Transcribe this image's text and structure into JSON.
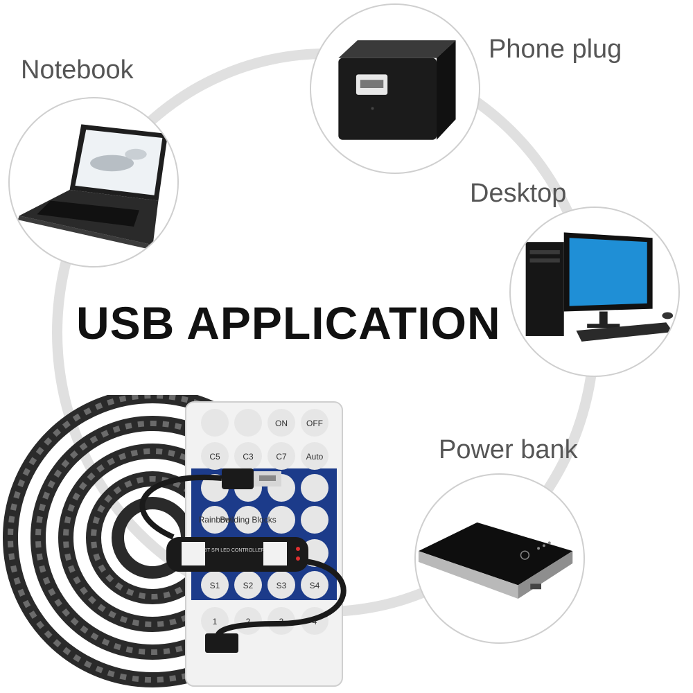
{
  "headline": "USB APPLICATION",
  "devices": {
    "notebook": {
      "label": "Notebook",
      "icon": "laptop-icon"
    },
    "phone_plug": {
      "label": "Phone plug",
      "icon": "usb-wall-charger-icon"
    },
    "desktop": {
      "label": "Desktop",
      "icon": "desktop-computer-icon"
    },
    "power_bank": {
      "label": "Power bank",
      "icon": "power-bank-icon"
    }
  },
  "remote": {
    "row1": [
      "ON",
      "OFF"
    ],
    "row2": [
      "C5",
      "C3",
      "C7",
      "Auto"
    ],
    "row4": [
      "Rainbow",
      "Building Blocks"
    ],
    "row6": [
      "S1",
      "S2",
      "S3",
      "S4"
    ],
    "row7": [
      "1",
      "2",
      "3",
      "4"
    ]
  },
  "controller": {
    "text": "BT SPI LED CONTROLLER"
  },
  "colors": {
    "ring": "#e0e0e0",
    "headline": "#111111",
    "label": "#555555"
  }
}
